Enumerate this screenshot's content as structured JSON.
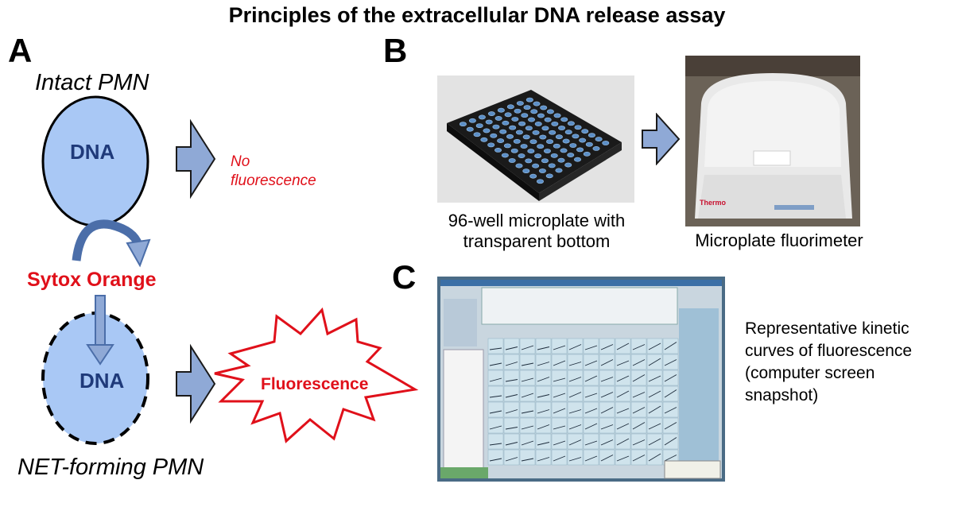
{
  "title": "Principles of the extracellular DNA release assay",
  "panels": {
    "a": {
      "letter": "A",
      "intact_label": "Intact PMN",
      "dna_label_top": "DNA",
      "no_fluorescence_line1": "No",
      "no_fluorescence_line2": "fluorescence",
      "dye_label": "Sytox Orange",
      "dna_label_bottom": "DNA",
      "fluorescence_label": "Fluorescence",
      "net_label": "NET-forming PMN"
    },
    "b": {
      "letter": "B",
      "microplate_caption_line1": "96-well microplate with",
      "microplate_caption_line2": "transparent bottom",
      "fluorimeter_caption": "Microplate fluorimeter",
      "brand_text": "Thermo"
    },
    "c": {
      "letter": "C",
      "description_lines": [
        "Representative kinetic",
        "curves of fluorescence",
        "(computer screen",
        "snapshot)"
      ]
    }
  },
  "colors": {
    "cell_fill": "#a9c8f5",
    "arrow_fill": "#8fa9d6",
    "arrow_stroke": "#1a1a1a",
    "red": "#e0101a",
    "dna_text": "#1f3a7a"
  }
}
